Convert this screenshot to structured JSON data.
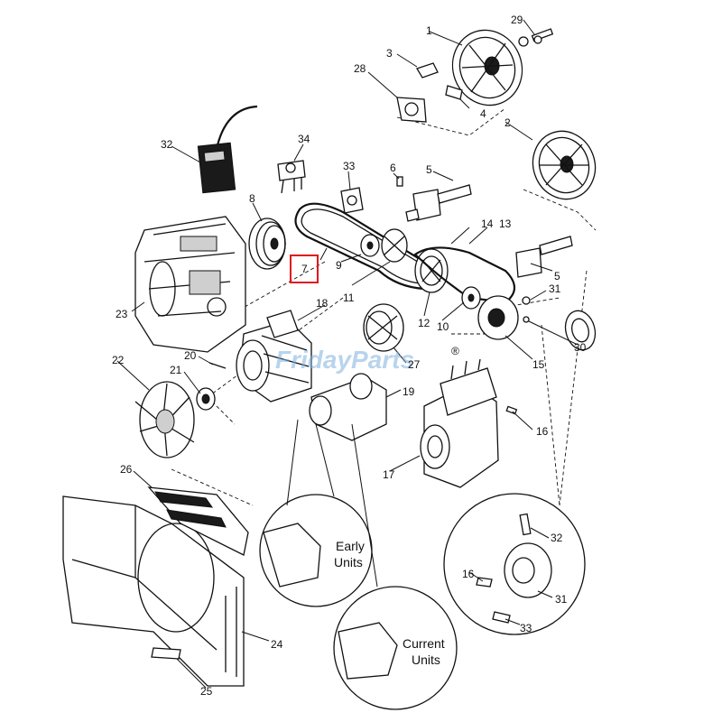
{
  "watermark": "FridayParts",
  "watermark_mark": "®",
  "callouts": {
    "early": [
      "Early",
      "Units"
    ],
    "current": [
      "Current",
      "Units"
    ]
  },
  "highlight_label": "7",
  "labels": {
    "l1": "1",
    "l2": "2",
    "l3": "3",
    "l4": "4",
    "l5a": "5",
    "l5b": "5",
    "l6": "6",
    "l8": "8",
    "l9": "9",
    "l10": "10",
    "l11": "11",
    "l12": "12",
    "l13": "13",
    "l14": "14",
    "l15": "15",
    "l16a": "16",
    "l16b": "16",
    "l17": "17",
    "l18": "18",
    "l19": "19",
    "l20": "20",
    "l21": "21",
    "l22": "22",
    "l23": "23",
    "l24": "24",
    "l25": "25",
    "l26": "26",
    "l27": "27",
    "l28": "28",
    "l29": "29",
    "l30": "30",
    "l31a": "31",
    "l31b": "31",
    "l32a": "32",
    "l32b": "32",
    "l33a": "33",
    "l33b": "33",
    "l34": "34"
  }
}
